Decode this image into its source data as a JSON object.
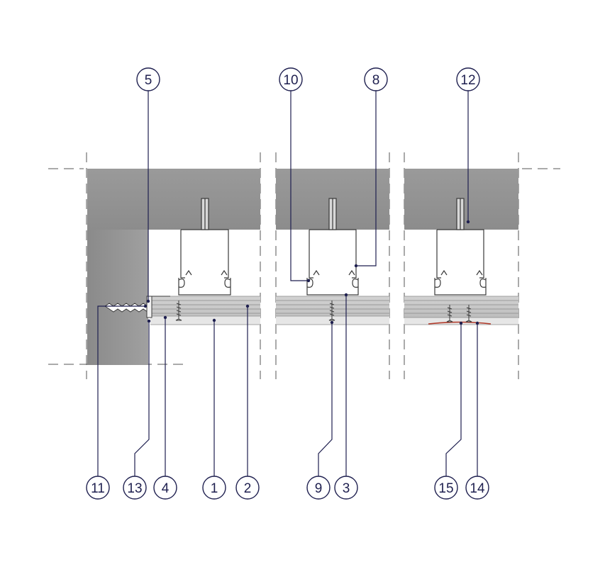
{
  "colors": {
    "concrete": "#8e8e8e",
    "concrete_light": "#a3a3a3",
    "board": "#c9c9c9",
    "board_line": "#8a8a8a",
    "leader": "#1e1f4f",
    "outline": "#3a3a3a",
    "tape": "#c0392b"
  },
  "callouts": {
    "c1": "1",
    "c2": "2",
    "c3": "3",
    "c4": "4",
    "c5": "5",
    "c8": "8",
    "c9": "9",
    "c10": "10",
    "c11": "11",
    "c12": "12",
    "c13": "13",
    "c14": "14",
    "c15": "15"
  }
}
